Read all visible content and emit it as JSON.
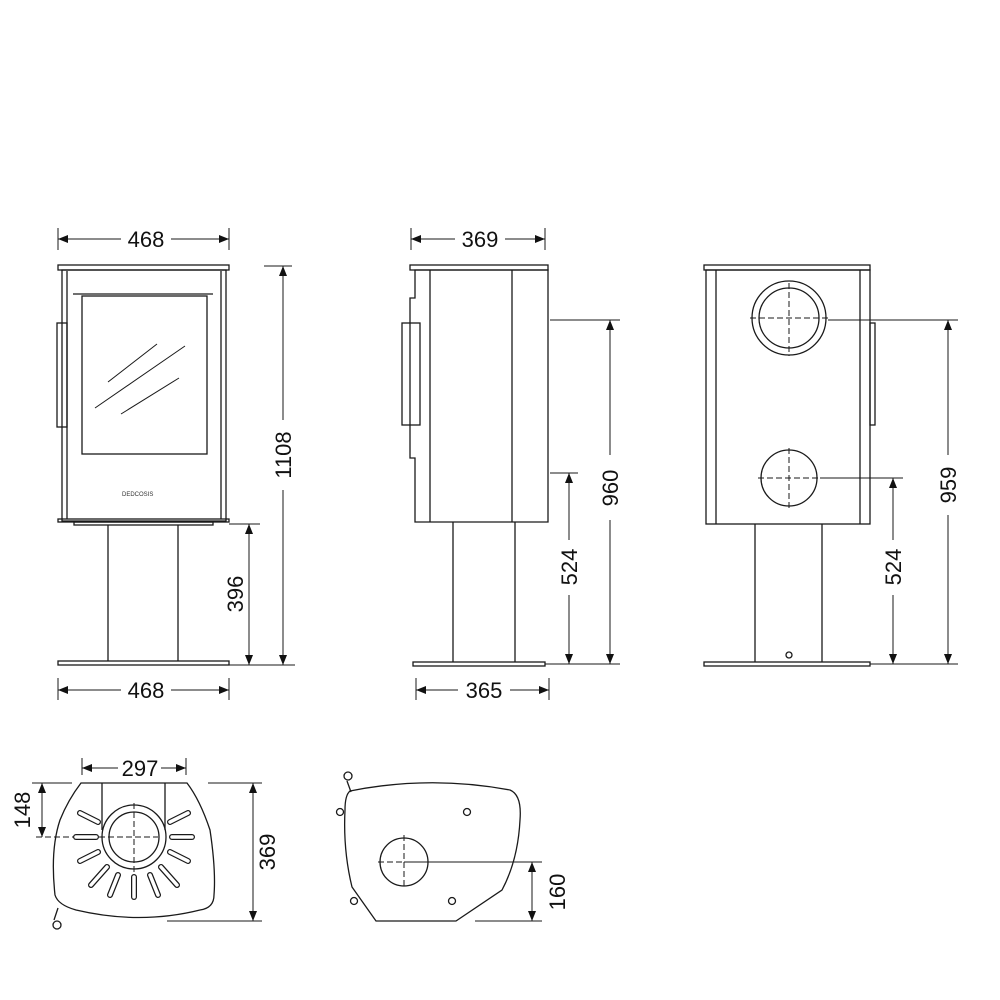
{
  "front_view": {
    "width_top": "468",
    "height_total": "1108",
    "pedestal_height": "396",
    "width_base": "468",
    "brand_plate": "DEDCOSIS"
  },
  "side_view": {
    "depth_top": "369",
    "flue_top_height": "960",
    "flue_rear_height": "524",
    "depth_base": "365"
  },
  "rear_view": {
    "flue_top_height": "959",
    "flue_rear_height": "524"
  },
  "top_view_grate": {
    "width": "297",
    "offset": "148",
    "depth": "369"
  },
  "base_plate_view": {
    "offset": "160"
  },
  "colors": {
    "line": "#1a1a1a",
    "background": "#ffffff"
  }
}
